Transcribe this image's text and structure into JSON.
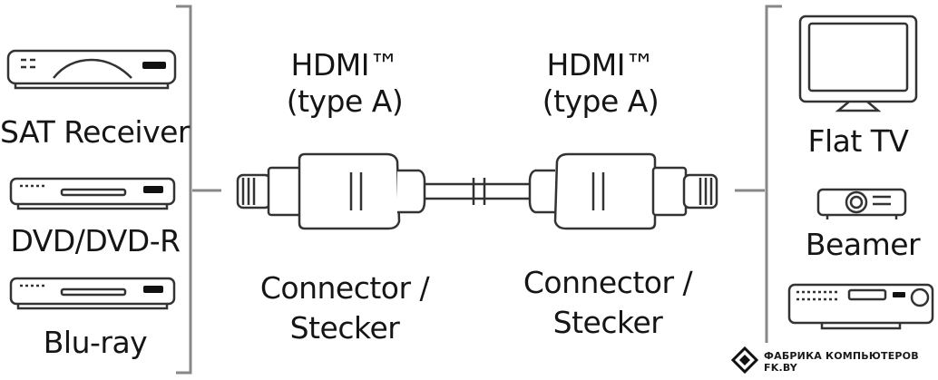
{
  "sources": [
    {
      "label": "SAT Receiver",
      "icon": "sat-receiver-icon"
    },
    {
      "label": "DVD/DVD-R",
      "icon": "dvd-player-icon"
    },
    {
      "label": "Blu-ray",
      "icon": "bluray-player-icon"
    }
  ],
  "sinks": [
    {
      "label": "Flat TV",
      "icon": "flat-tv-icon"
    },
    {
      "label": "Beamer",
      "icon": "projector-icon"
    },
    {
      "label": "",
      "icon": "av-receiver-icon"
    }
  ],
  "cable": {
    "left": {
      "line1": "HDMI™",
      "line2": "(type A)",
      "conn1": "Connector /",
      "conn2": "Stecker"
    },
    "right": {
      "line1": "HDMI™",
      "line2": "(type A)",
      "conn1": "Connector /",
      "conn2": "Stecker"
    }
  },
  "watermark": {
    "text": "ФАБРИКА КОМПЬЮТЕРОВ FK.BY",
    "icon": "diamond-logo-icon"
  }
}
